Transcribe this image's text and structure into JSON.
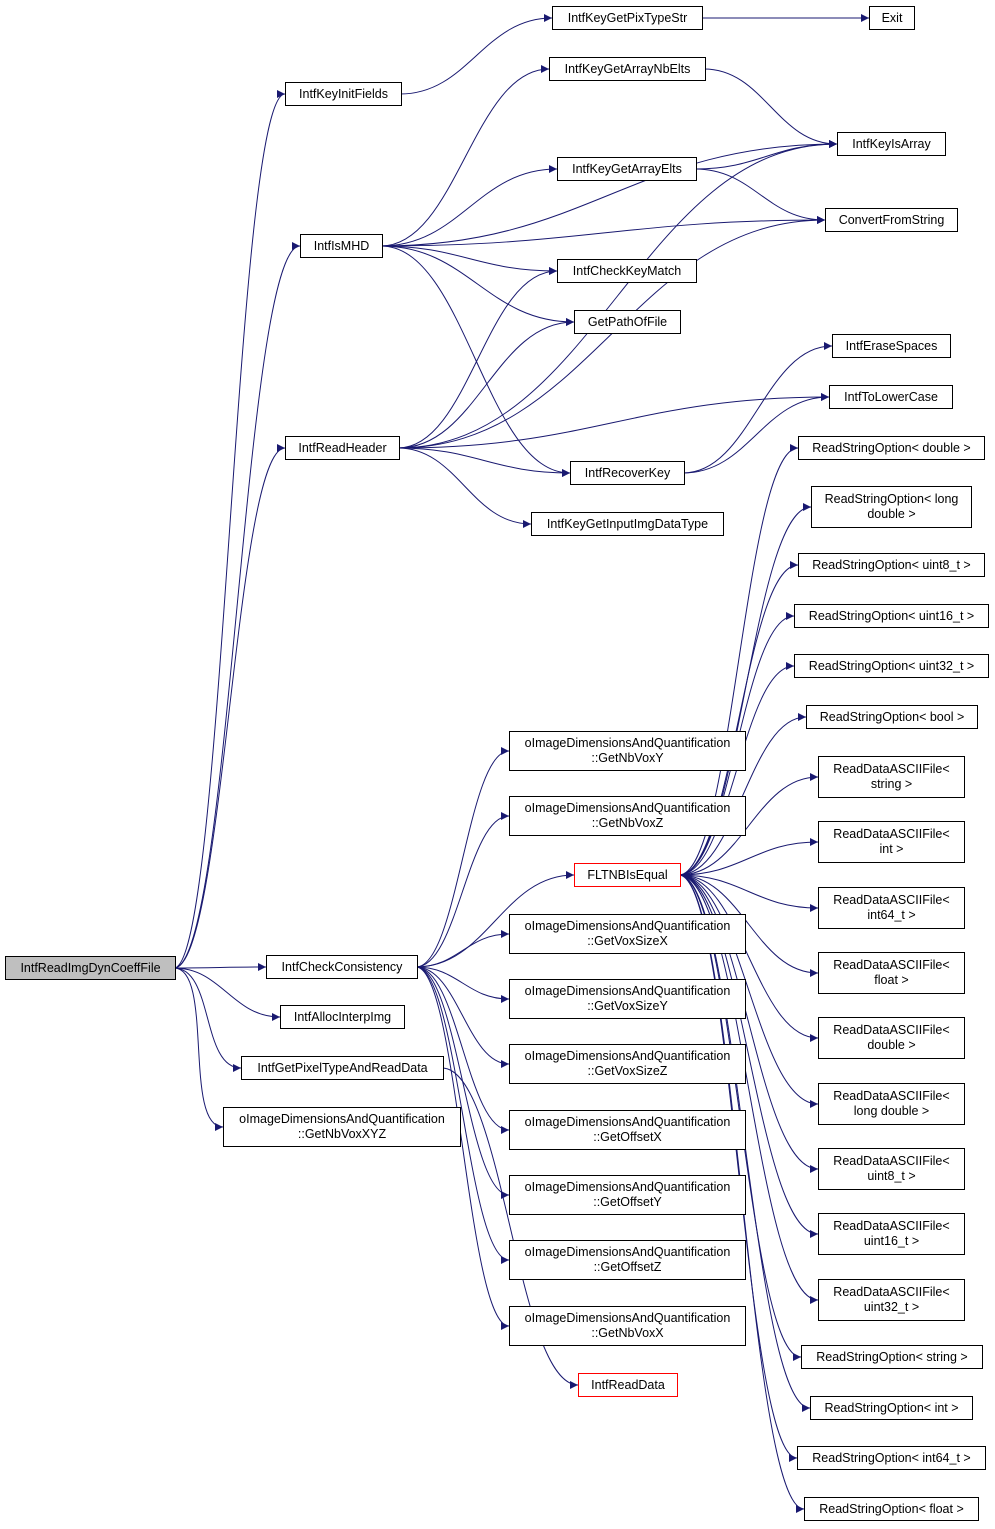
{
  "edge_color": "#191970",
  "truncated_border_color": "#ff0000",
  "root_fill": "#bfbfbf",
  "nodes": {
    "root": "IntfReadImgDynCoeffFile",
    "keyInitFields": "IntfKeyInitFields",
    "keyGetPixTypeStr": "IntfKeyGetPixTypeStr",
    "exit": "Exit",
    "keyGetArrayNbElts": "IntfKeyGetArrayNbElts",
    "keyIsArray": "IntfKeyIsArray",
    "keyGetArrayElts": "IntfKeyGetArrayElts",
    "convertFromString": "ConvertFromString",
    "isMHD": "IntfIsMHD",
    "checkKeyMatch": "IntfCheckKeyMatch",
    "getPathOfFile": "GetPathOfFile",
    "eraseSpaces": "IntfEraseSpaces",
    "toLowerCase": "IntfToLowerCase",
    "readHeader": "IntfReadHeader",
    "recoverKey": "IntfRecoverKey",
    "keyGetInputImgDataType": "IntfKeyGetInputImgDataType",
    "rsoDouble": "ReadStringOption< double >",
    "rsoLongDouble": [
      "ReadStringOption< long",
      "double >"
    ],
    "rsoUint8": "ReadStringOption< uint8_t >",
    "rsoUint16": "ReadStringOption< uint16_t >",
    "rsoUint32": "ReadStringOption< uint32_t >",
    "rsoBool": "ReadStringOption< bool >",
    "rdaString": [
      "ReadDataASCIIFile<",
      "string >"
    ],
    "rdaInt": [
      "ReadDataASCIIFile<",
      "int >"
    ],
    "rdaInt64": [
      "ReadDataASCIIFile<",
      "int64_t >"
    ],
    "rdaFloat": [
      "ReadDataASCIIFile<",
      "float >"
    ],
    "rdaDouble": [
      "ReadDataASCIIFile<",
      "double >"
    ],
    "rdaLongDouble": [
      "ReadDataASCIIFile<",
      "long double >"
    ],
    "rdaUint8": [
      "ReadDataASCIIFile<",
      "uint8_t >"
    ],
    "rdaUint16": [
      "ReadDataASCIIFile<",
      "uint16_t >"
    ],
    "rdaUint32": [
      "ReadDataASCIIFile<",
      "uint32_t >"
    ],
    "rsoString": "ReadStringOption< string >",
    "rsoInt": "ReadStringOption< int >",
    "rsoInt64": "ReadStringOption< int64_t >",
    "rsoFloat": "ReadStringOption< float >",
    "getNbVoxY": [
      "oImageDimensionsAndQuantification",
      "::GetNbVoxY"
    ],
    "getNbVoxZ": [
      "oImageDimensionsAndQuantification",
      "::GetNbVoxZ"
    ],
    "fltnbIsEqual": "FLTNBIsEqual",
    "getVoxSizeX": [
      "oImageDimensionsAndQuantification",
      "::GetVoxSizeX"
    ],
    "getVoxSizeY": [
      "oImageDimensionsAndQuantification",
      "::GetVoxSizeY"
    ],
    "getVoxSizeZ": [
      "oImageDimensionsAndQuantification",
      "::GetVoxSizeZ"
    ],
    "getOffsetX": [
      "oImageDimensionsAndQuantification",
      "::GetOffsetX"
    ],
    "getOffsetY": [
      "oImageDimensionsAndQuantification",
      "::GetOffsetY"
    ],
    "getOffsetZ": [
      "oImageDimensionsAndQuantification",
      "::GetOffsetZ"
    ],
    "getNbVoxX": [
      "oImageDimensionsAndQuantification",
      "::GetNbVoxX"
    ],
    "readData": "IntfReadData",
    "checkConsistency": "IntfCheckConsistency",
    "allocInterpImg": "IntfAllocInterpImg",
    "getPixelTypeAndReadData": "IntfGetPixelTypeAndReadData",
    "getNbVoxXYZ": [
      "oImageDimensionsAndQuantification",
      "::GetNbVoxXYZ"
    ]
  },
  "edges": [
    [
      "root",
      "keyInitFields"
    ],
    [
      "root",
      "isMHD"
    ],
    [
      "root",
      "readHeader"
    ],
    [
      "root",
      "checkConsistency"
    ],
    [
      "root",
      "allocInterpImg"
    ],
    [
      "root",
      "getPixelTypeAndReadData"
    ],
    [
      "root",
      "getNbVoxXYZ"
    ],
    [
      "keyInitFields",
      "keyGetPixTypeStr"
    ],
    [
      "keyGetPixTypeStr",
      "exit"
    ],
    [
      "keyGetArrayNbElts",
      "keyIsArray"
    ],
    [
      "keyGetArrayElts",
      "keyIsArray"
    ],
    [
      "keyGetArrayElts",
      "convertFromString"
    ],
    [
      "isMHD",
      "keyGetArrayNbElts"
    ],
    [
      "isMHD",
      "keyIsArray"
    ],
    [
      "isMHD",
      "keyGetArrayElts"
    ],
    [
      "isMHD",
      "convertFromString"
    ],
    [
      "isMHD",
      "checkKeyMatch"
    ],
    [
      "isMHD",
      "getPathOfFile"
    ],
    [
      "isMHD",
      "recoverKey"
    ],
    [
      "readHeader",
      "checkKeyMatch"
    ],
    [
      "readHeader",
      "getPathOfFile"
    ],
    [
      "readHeader",
      "keyIsArray"
    ],
    [
      "readHeader",
      "convertFromString"
    ],
    [
      "readHeader",
      "recoverKey"
    ],
    [
      "readHeader",
      "keyGetInputImgDataType"
    ],
    [
      "readHeader",
      "toLowerCase"
    ],
    [
      "recoverKey",
      "eraseSpaces"
    ],
    [
      "recoverKey",
      "toLowerCase"
    ],
    [
      "checkConsistency",
      "getNbVoxY"
    ],
    [
      "checkConsistency",
      "getNbVoxZ"
    ],
    [
      "checkConsistency",
      "fltnbIsEqual"
    ],
    [
      "checkConsistency",
      "getVoxSizeX"
    ],
    [
      "checkConsistency",
      "getVoxSizeY"
    ],
    [
      "checkConsistency",
      "getVoxSizeZ"
    ],
    [
      "checkConsistency",
      "getOffsetX"
    ],
    [
      "checkConsistency",
      "getOffsetY"
    ],
    [
      "checkConsistency",
      "getOffsetZ"
    ],
    [
      "checkConsistency",
      "getNbVoxX"
    ],
    [
      "getPixelTypeAndReadData",
      "readData"
    ],
    [
      "fltnbIsEqual",
      "rsoDouble"
    ],
    [
      "fltnbIsEqual",
      "rsoLongDouble"
    ],
    [
      "fltnbIsEqual",
      "rsoUint8"
    ],
    [
      "fltnbIsEqual",
      "rsoUint16"
    ],
    [
      "fltnbIsEqual",
      "rsoUint32"
    ],
    [
      "fltnbIsEqual",
      "rsoBool"
    ],
    [
      "fltnbIsEqual",
      "rdaString"
    ],
    [
      "fltnbIsEqual",
      "rdaInt"
    ],
    [
      "fltnbIsEqual",
      "rdaInt64"
    ],
    [
      "fltnbIsEqual",
      "rdaFloat"
    ],
    [
      "fltnbIsEqual",
      "rdaDouble"
    ],
    [
      "fltnbIsEqual",
      "rdaLongDouble"
    ],
    [
      "fltnbIsEqual",
      "rdaUint8"
    ],
    [
      "fltnbIsEqual",
      "rdaUint16"
    ],
    [
      "fltnbIsEqual",
      "rdaUint32"
    ],
    [
      "fltnbIsEqual",
      "rsoString"
    ],
    [
      "fltnbIsEqual",
      "rsoInt"
    ],
    [
      "fltnbIsEqual",
      "rsoInt64"
    ],
    [
      "fltnbIsEqual",
      "rsoFloat"
    ]
  ]
}
